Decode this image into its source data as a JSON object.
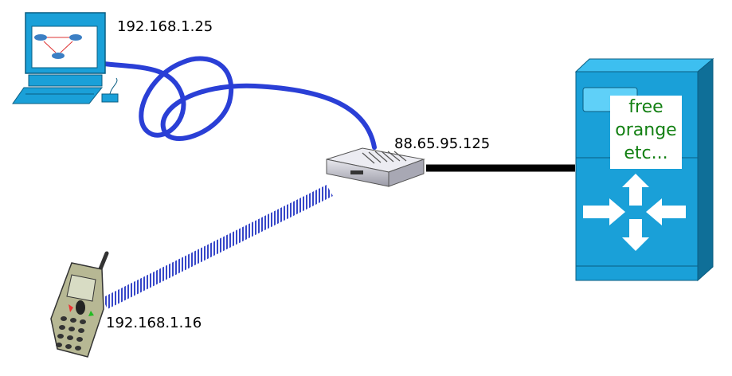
{
  "labels": {
    "computer_ip": "192.168.1.25",
    "router_ip": "88.65.95.125",
    "phone_ip": "192.168.1.16"
  },
  "isp_box": {
    "line1": "free",
    "line2": "orange",
    "line3": "etc..."
  },
  "colors": {
    "cable": "#2a3fd6",
    "wan_link": "#000000",
    "wifi": "#3646c8",
    "switch_body": "#1aa0d8",
    "isp_text": "#138013"
  }
}
